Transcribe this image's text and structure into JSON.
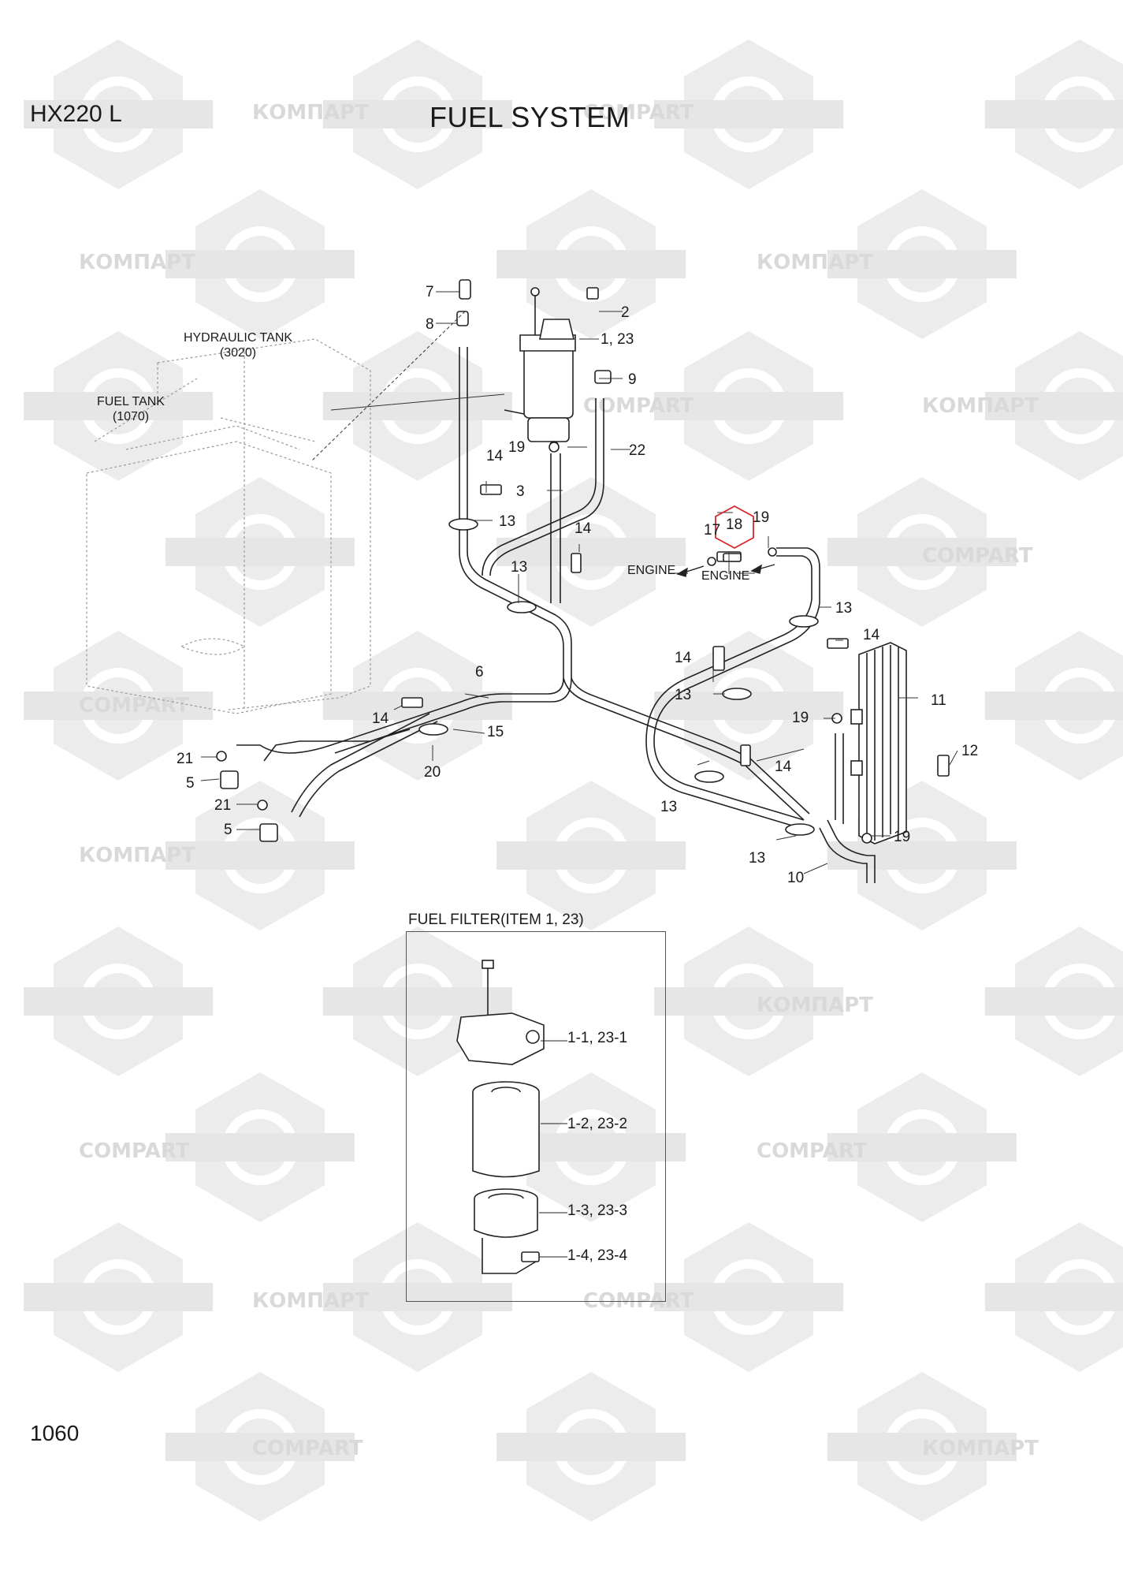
{
  "header": {
    "model": "HX220 L",
    "title": "FUEL SYSTEM"
  },
  "footer": {
    "page_number": "1060"
  },
  "watermark": {
    "brand_latin": "COMPART",
    "brand_cyrillic": "КОМПАРТ"
  },
  "tanks": {
    "hydraulic_name": "HYDRAULIC TANK",
    "hydraulic_ref": "(3020)",
    "fuel_name": "FUEL TANK",
    "fuel_ref": "(1070)"
  },
  "destinations": {
    "engine_label": "ENGINE"
  },
  "callouts": {
    "c7": "7",
    "c2": "2",
    "c8": "8",
    "c1_23": "1, 23",
    "c9": "9",
    "c19_top": "19",
    "c22": "22",
    "c14_a": "14",
    "c3": "3",
    "c13_a": "13",
    "c14_b": "14",
    "c13_b": "13",
    "c17": "17",
    "c18": "18",
    "c19_b": "19",
    "c13_c": "13",
    "c14_c": "14",
    "c6": "6",
    "c14_d": "14",
    "c13_d": "13",
    "c11": "11",
    "c14_e": "14",
    "c15": "15",
    "c19_c": "19",
    "c12": "12",
    "c21_a": "21",
    "c5_a": "5",
    "c20": "20",
    "c14_f": "14",
    "c21_b": "21",
    "c13_e": "13",
    "c5_b": "5",
    "c19_d": "19",
    "c13_f": "13",
    "c10": "10"
  },
  "highlighted_callout": "18",
  "highlight_color": "#d9252a",
  "inset": {
    "title": "FUEL FILTER(ITEM 1, 23)",
    "parts": [
      "1-1, 23-1",
      "1-2, 23-2",
      "1-3, 23-3",
      "1-4, 23-4"
    ]
  }
}
